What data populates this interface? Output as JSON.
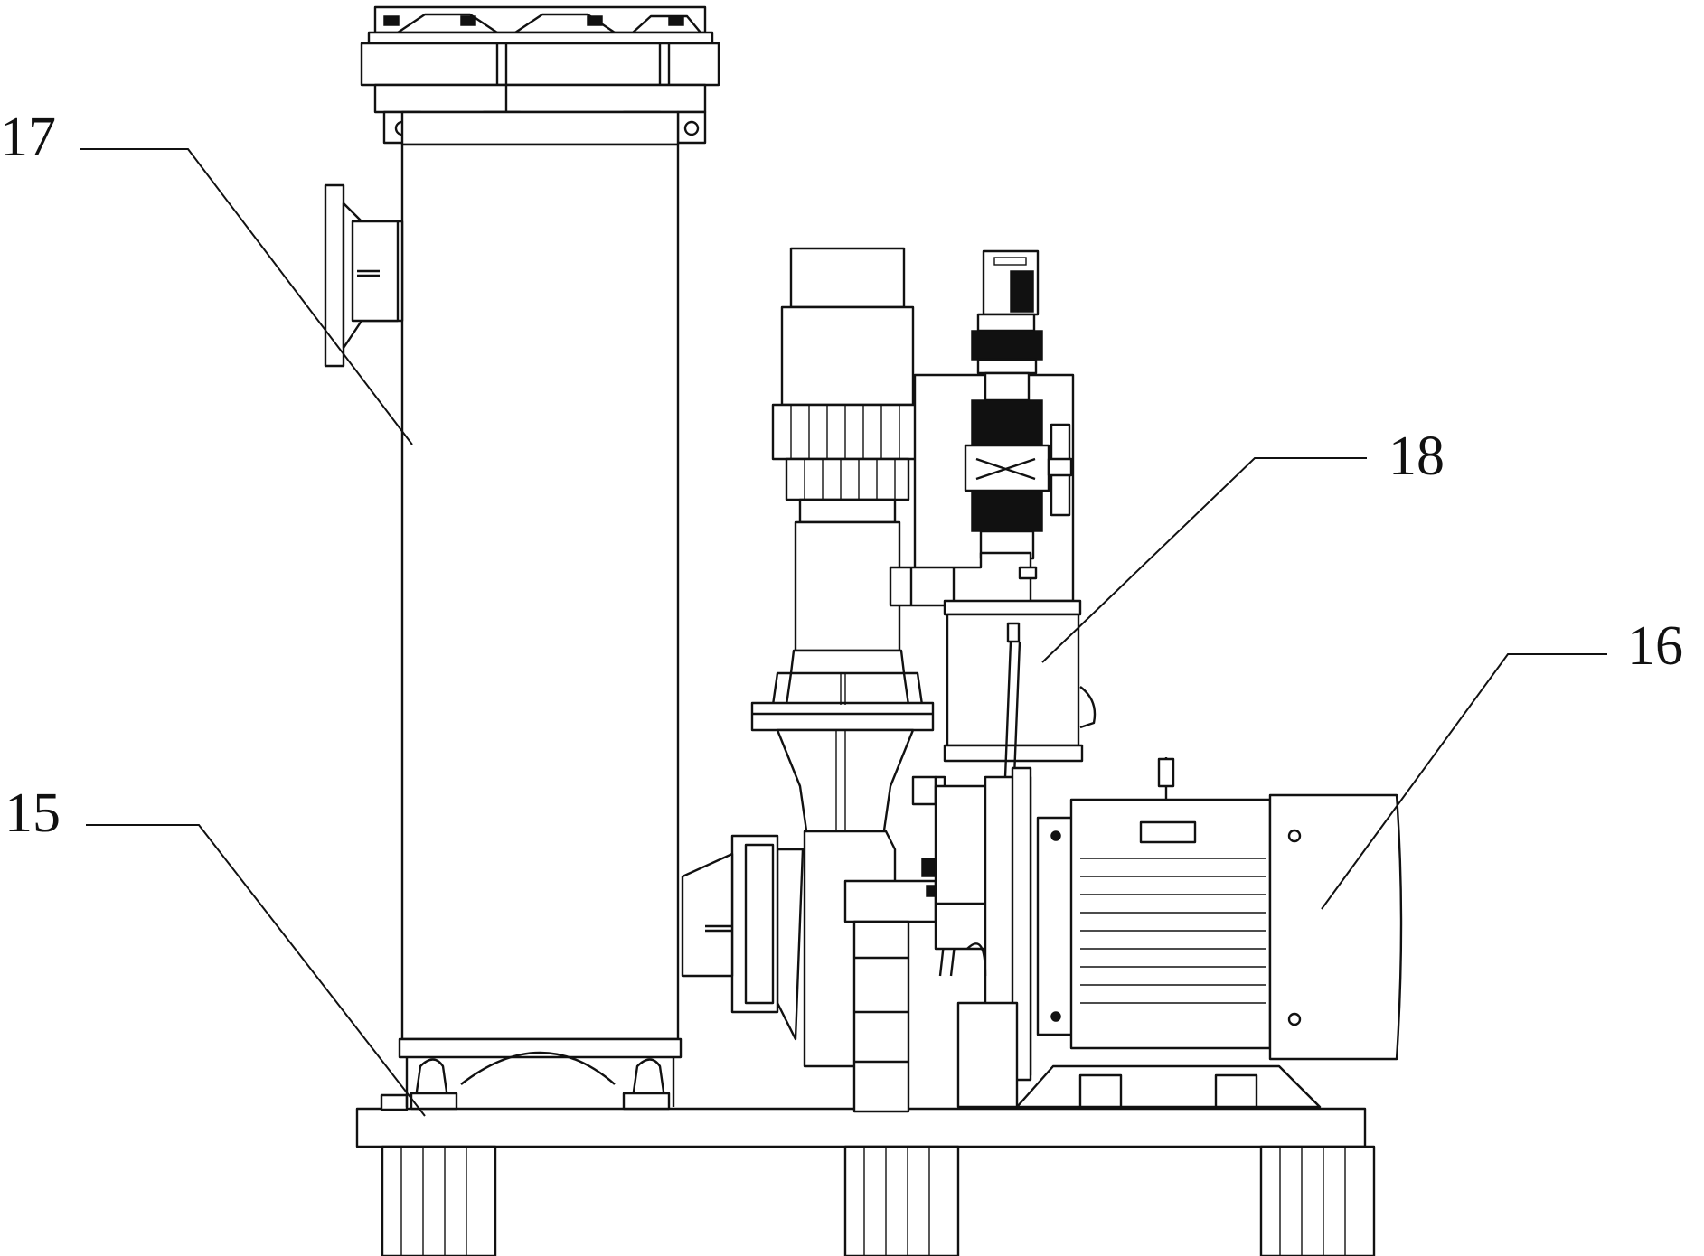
{
  "colors": {
    "line": "#111111",
    "background": "#ffffff"
  },
  "callouts": [
    {
      "id": "label-17",
      "text": "17"
    },
    {
      "id": "label-18",
      "text": "18"
    },
    {
      "id": "label-16",
      "text": "16"
    },
    {
      "id": "label-15",
      "text": "15"
    }
  ]
}
